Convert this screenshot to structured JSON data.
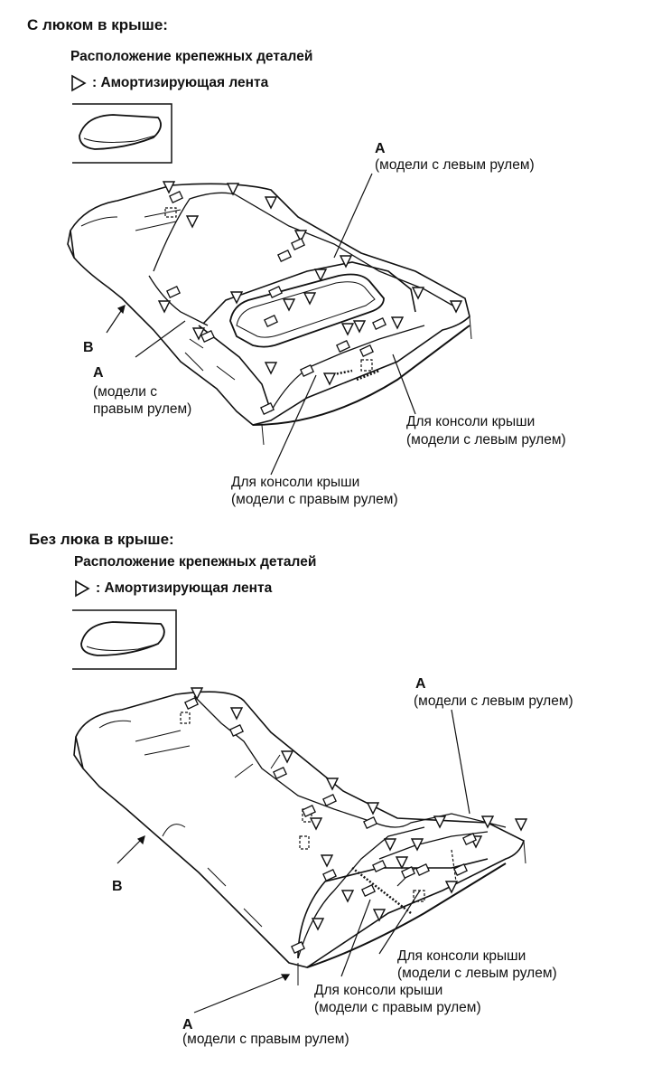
{
  "top": {
    "title": "С люком в крыше:",
    "subtitle": "Расположение крепежных деталей",
    "legend": ": Амортизирующая лента",
    "labels": {
      "a_left_letter": "A",
      "a_left_note": "(модели с левым рулем)",
      "b_letter": "B",
      "a_right_letter": "A",
      "a_right_note_1": "(модели с",
      "a_right_note_2": "правым рулем)",
      "console_left_1": "Для консоли крыши",
      "console_left_2": "(модели с левым рулем)",
      "console_right_1": "Для консоли крыши",
      "console_right_2": "(модели с правым рулем)"
    }
  },
  "bottom": {
    "title": "Без люка в крыше:",
    "subtitle": "Расположение крепежных деталей",
    "legend": ": Амортизирующая лента",
    "labels": {
      "a_left_letter": "A",
      "a_left_note": "(модели с левым рулем)",
      "b_letter": "B",
      "console_left_1": "Для консоли крыши",
      "console_left_2": "(модели с левым рулем)",
      "console_right_1": "Для консоли крыши",
      "console_right_2": "(модели с правым рулем)",
      "a_right_letter": "A",
      "a_right_note": "(модели с правым рулем)"
    }
  },
  "icons": [
    "triangle-marker-icon",
    "damping-tape-icon"
  ]
}
